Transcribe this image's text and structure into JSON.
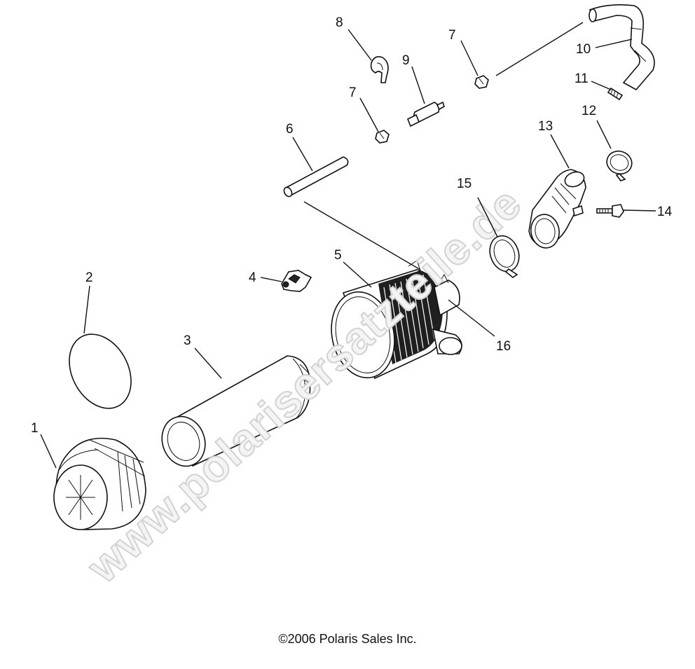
{
  "diagram": {
    "callouts": [
      {
        "id": "1",
        "label": "1"
      },
      {
        "id": "2",
        "label": "2"
      },
      {
        "id": "3",
        "label": "3"
      },
      {
        "id": "4",
        "label": "4"
      },
      {
        "id": "5",
        "label": "5"
      },
      {
        "id": "6",
        "label": "6"
      },
      {
        "id": "7a",
        "label": "7"
      },
      {
        "id": "7b",
        "label": "7"
      },
      {
        "id": "8",
        "label": "8"
      },
      {
        "id": "9",
        "label": "9"
      },
      {
        "id": "10",
        "label": "10"
      },
      {
        "id": "11",
        "label": "11"
      },
      {
        "id": "12",
        "label": "12"
      },
      {
        "id": "13",
        "label": "13"
      },
      {
        "id": "14",
        "label": "14"
      },
      {
        "id": "15",
        "label": "15"
      },
      {
        "id": "16",
        "label": "16"
      }
    ],
    "watermark": "www.polarisersatzteile.de",
    "copyright": "©2006 Polaris Sales Inc."
  }
}
